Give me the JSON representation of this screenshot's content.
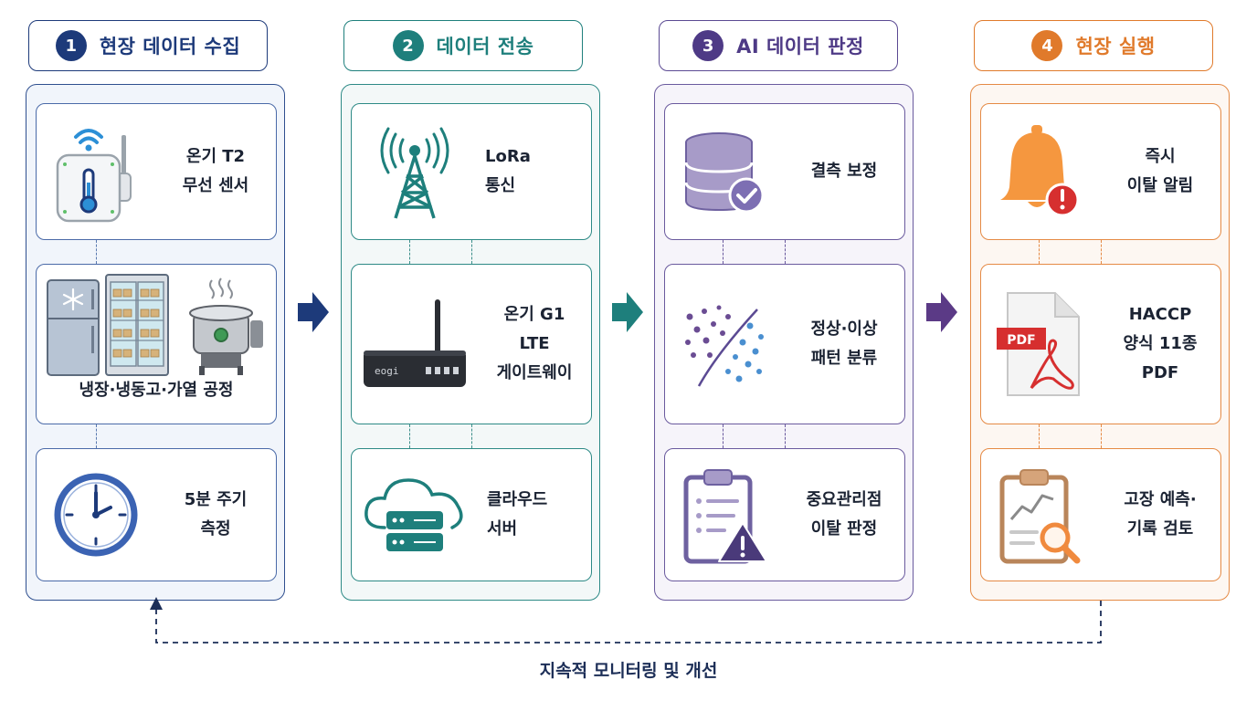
{
  "columns": [
    {
      "number": "1",
      "title": "현장 데이터 수집",
      "color": "#1d3a7a",
      "panel_bg": "#f1f5fb",
      "cards": [
        {
          "label": "온기 T2\n무선 센서",
          "icon": "wireless-sensor-icon"
        },
        {
          "label": "냉장·냉동고·가열 공정",
          "icon": "equipment-icon"
        },
        {
          "label": "5분 주기\n측정",
          "icon": "clock-icon"
        }
      ]
    },
    {
      "number": "2",
      "title": "데이터 전송",
      "color": "#1e7f7c",
      "panel_bg": "#f3f8f8",
      "cards": [
        {
          "label": "LoRa\n통신",
          "icon": "radio-tower-icon"
        },
        {
          "label": "온기 G1\nLTE\n게이트웨이",
          "icon": "gateway-router-icon"
        },
        {
          "label": "클라우드\n서버",
          "icon": "cloud-server-icon"
        }
      ]
    },
    {
      "number": "3",
      "title": "AI 데이터 판정",
      "color": "#4e3a86",
      "panel_bg": "#f6f4fa",
      "cards": [
        {
          "label": "결측 보정",
          "icon": "database-check-icon"
        },
        {
          "label": "정상·이상\n패턴 분류",
          "icon": "scatter-classify-icon"
        },
        {
          "label": "중요관리점\n이탈 판정",
          "icon": "clipboard-warning-icon"
        }
      ]
    },
    {
      "number": "4",
      "title": "현장 실행",
      "color": "#e07a2b",
      "panel_bg": "#fdf7f2",
      "cards": [
        {
          "label": "즉시\n이탈 알림",
          "icon": "bell-alert-icon"
        },
        {
          "label": "HACCP\n양식 11종\nPDF",
          "icon": "pdf-document-icon"
        },
        {
          "label": "고장 예측·\n기록 검토",
          "icon": "report-search-icon"
        }
      ]
    }
  ],
  "gateway_device_text": "eogi",
  "pdf_badge": "PDF",
  "feedback": {
    "label": "지속적 모니터링 및 개선",
    "color": "#1c2e57"
  }
}
